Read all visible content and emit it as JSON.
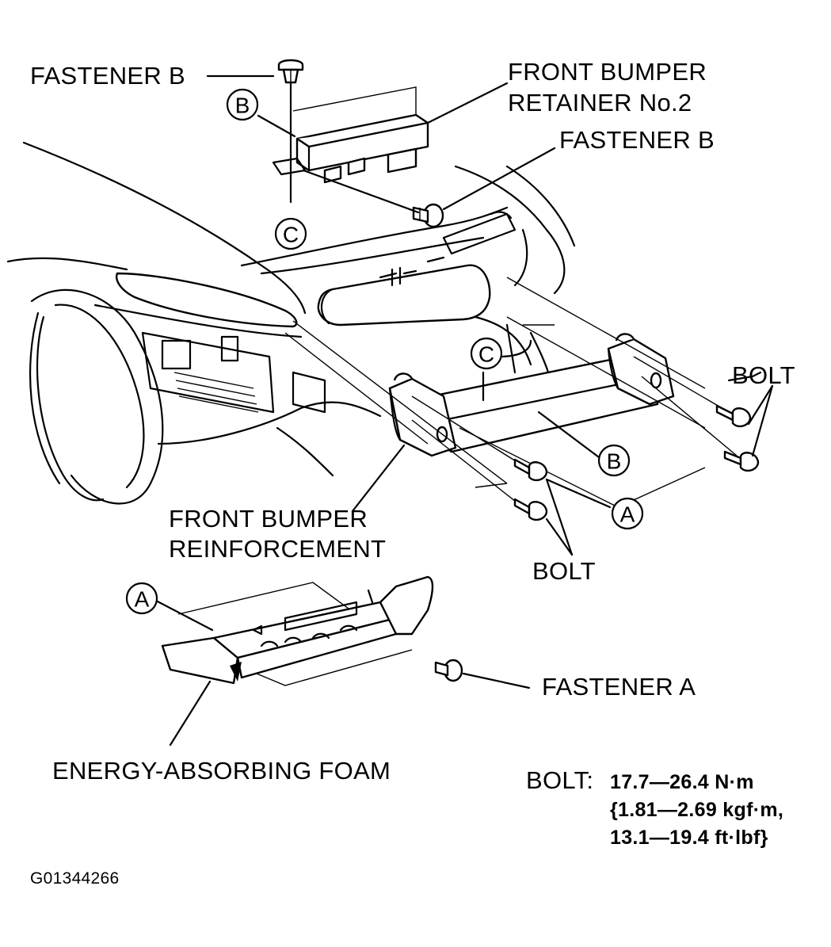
{
  "labels": {
    "fastener_b_top": "FASTENER B",
    "retainer_line1": "FRONT BUMPER",
    "retainer_line2": "RETAINER No.2",
    "fastener_b_right": "FASTENER B",
    "bolt_right": "BOLT",
    "reinforcement_line1": "FRONT BUMPER",
    "reinforcement_line2": "REINFORCEMENT",
    "bolt_bottom": "BOLT",
    "fastener_a": "FASTENER A",
    "foam": "ENERGY-ABSORBING FOAM"
  },
  "callouts": {
    "b": "B",
    "c": "C",
    "a": "A"
  },
  "torque": {
    "label": "BOLT:",
    "line1": "17.7—26.4 N·m",
    "line2": "{1.81—2.69 kgf·m,",
    "line3": "13.1—19.4 ft·lbf}"
  },
  "figure_code": "G01344266"
}
